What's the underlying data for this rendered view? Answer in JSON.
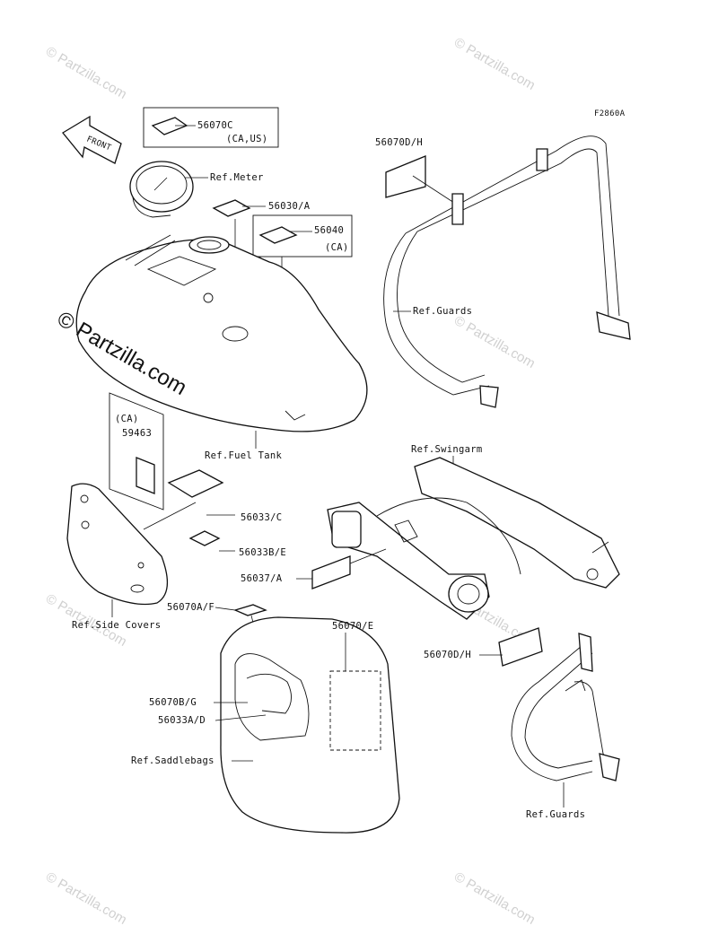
{
  "figure_code": "F2860A",
  "front_arrow_label": "FRONT",
  "watermark": "© Partzilla.com",
  "watermark_big": "© Partzilla.com",
  "labels": {
    "p56070C": "56070C",
    "ca_us": "(CA,US)",
    "ref_meter": "Ref.Meter",
    "p56030A": "56030/A",
    "p56040": "56040",
    "ca_1": "(CA)",
    "ref_fuel_tank": "Ref.Fuel Tank",
    "ca_2": "(CA)",
    "p59463": "59463",
    "p56033C": "56033/C",
    "p56033BE": "56033B/E",
    "ref_side_covers": "Ref.Side Covers",
    "p56070DH_top": "56070D/H",
    "ref_guards_top": "Ref.Guards",
    "ref_swingarm": "Ref.Swingarm",
    "p56037A": "56037/A",
    "p56070AF": "56070A/F",
    "p56070E": "56070/E",
    "p56070DH_bottom": "56070D/H",
    "p56070BG": "56070B/G",
    "p56033AD": "56033A/D",
    "ref_saddlebags": "Ref.Saddlebags",
    "ref_guards_bottom": "Ref.Guards"
  }
}
